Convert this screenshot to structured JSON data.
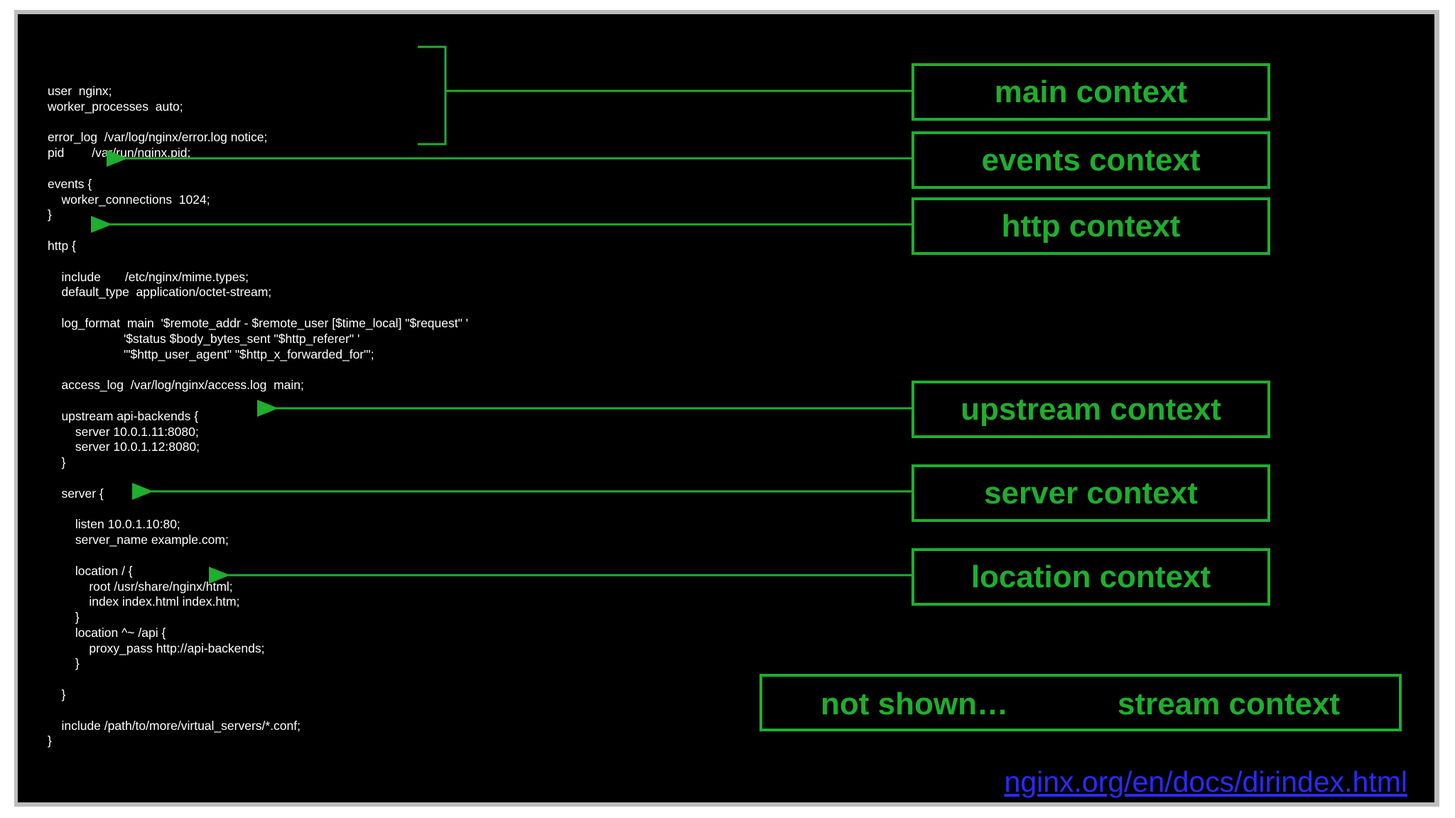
{
  "code_lines": [
    "user  nginx;",
    "worker_processes  auto;",
    "",
    "error_log  /var/log/nginx/error.log notice;",
    "pid        /var/run/nginx.pid;",
    "",
    "events {",
    "    worker_connections  1024;",
    "}",
    "",
    "http {",
    "",
    "    include       /etc/nginx/mime.types;",
    "    default_type  application/octet-stream;",
    "",
    "    log_format  main  '$remote_addr - $remote_user [$time_local] \"$request\" '",
    "                      '$status $body_bytes_sent \"$http_referer\" '",
    "                      '\"$http_user_agent\" \"$http_x_forwarded_for\"';",
    "",
    "    access_log  /var/log/nginx/access.log  main;",
    "",
    "    upstream api-backends {",
    "        server 10.0.1.11:8080;",
    "        server 10.0.1.12:8080;",
    "    }",
    "",
    "    server {",
    "",
    "        listen 10.0.1.10:80;",
    "        server_name example.com;",
    "",
    "        location / {",
    "            root /usr/share/nginx/html;",
    "            index index.html index.htm;",
    "        }",
    "        location ^~ /api {",
    "            proxy_pass http://api-backends;",
    "        }",
    "",
    "    }",
    "",
    "    include /path/to/more/virtual_servers/*.conf;",
    "}"
  ],
  "contexts": {
    "main": "main context",
    "events": "events context",
    "http": "http context",
    "upstream": "upstream context",
    "server": "server context",
    "location": "location context"
  },
  "not_shown": {
    "prefix": "not shown…",
    "label": "stream context"
  },
  "doc_link": "nginx.org/en/docs/dirindex.html",
  "colors": {
    "accent": "#1fae2e",
    "background": "#000000",
    "code_text": "#ffffff",
    "link": "#2a2aff"
  }
}
